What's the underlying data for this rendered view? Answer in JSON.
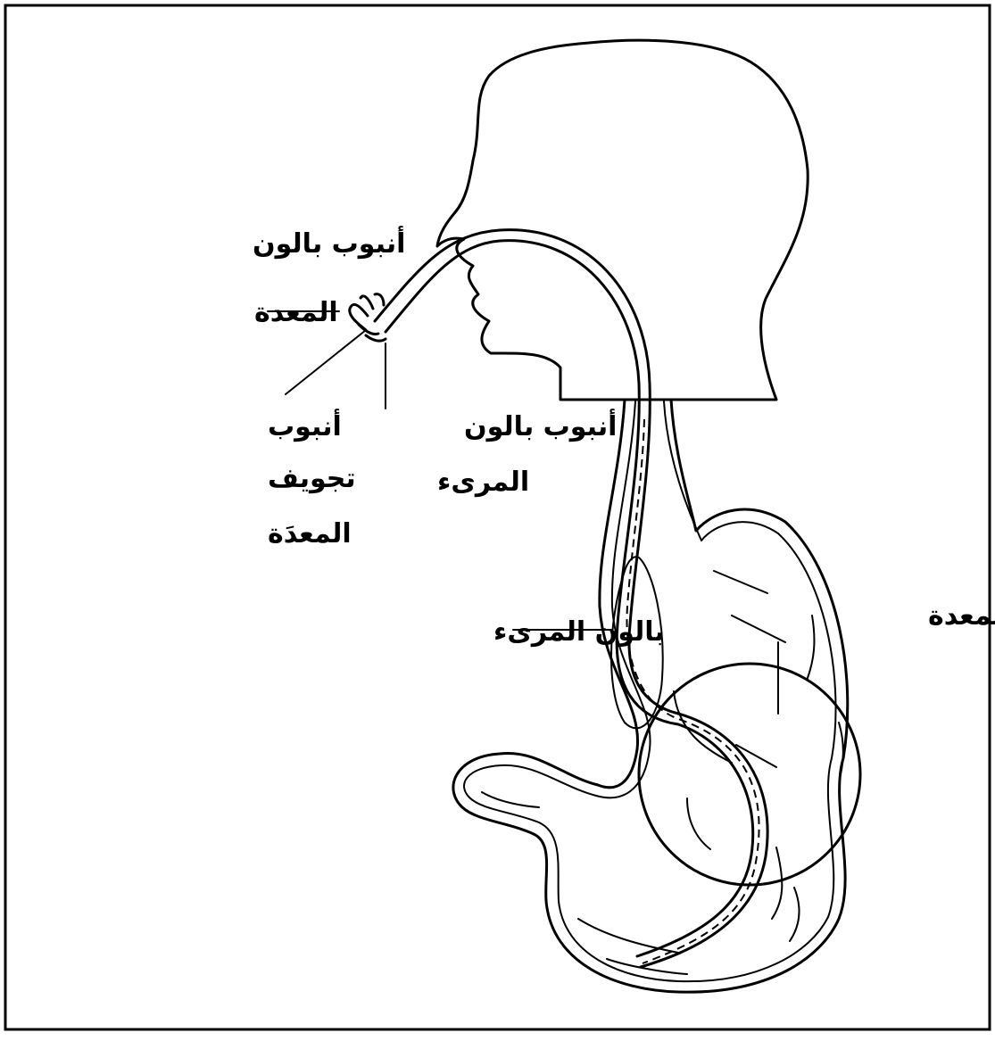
{
  "labels": {
    "gastric_balloon_tube_line1": "أنبوب بالون",
    "gastric_balloon_tube_line2": "المعدة",
    "gastric_aspiration_tube_line1": "أنبوب",
    "gastric_aspiration_tube_line2": "تجويف",
    "gastric_aspiration_tube_line3": "المعدَة",
    "esophageal_balloon_tube_line1": "أنبوب بالون",
    "esophageal_balloon_tube_line2": "المرىء",
    "gastric_balloon": "بالون المعدة",
    "esophageal_balloon": "بالون المرىء"
  }
}
